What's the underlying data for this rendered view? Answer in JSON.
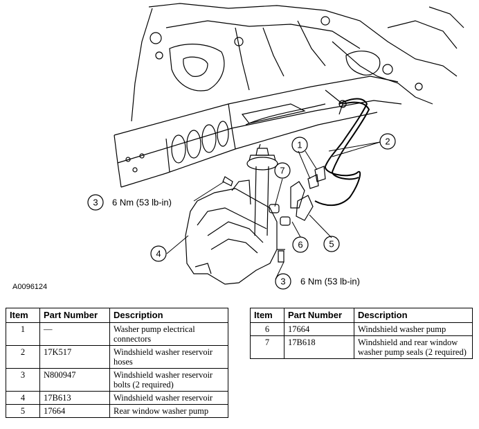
{
  "figure_id": "A0096124",
  "callouts": {
    "c1": "1",
    "c2": "2",
    "c3a": "3",
    "c3b": "3",
    "c4": "4",
    "c5": "5",
    "c6": "6",
    "c7": "7"
  },
  "torque_top": "6 Nm (53 lb-in)",
  "torque_bottom": "6 Nm (53 lb-in)",
  "table_headers": {
    "item": "Item",
    "part": "Part Number",
    "desc": "Description"
  },
  "table_left": [
    {
      "item": "1",
      "part": "—",
      "desc": "Washer pump electrical connectors"
    },
    {
      "item": "2",
      "part": "17K517",
      "desc": "Windshield washer reservoir hoses"
    },
    {
      "item": "3",
      "part": "N800947",
      "desc": "Windshield washer reservoir bolts (2 required)"
    },
    {
      "item": "4",
      "part": "17B613",
      "desc": "Windshield washer reservoir"
    },
    {
      "item": "5",
      "part": "17664",
      "desc": "Rear window washer pump"
    }
  ],
  "table_right": [
    {
      "item": "6",
      "part": "17664",
      "desc": "Windshield washer pump"
    },
    {
      "item": "7",
      "part": "17B618",
      "desc": "Windshield and rear window washer pump seals (2 required)"
    }
  ]
}
